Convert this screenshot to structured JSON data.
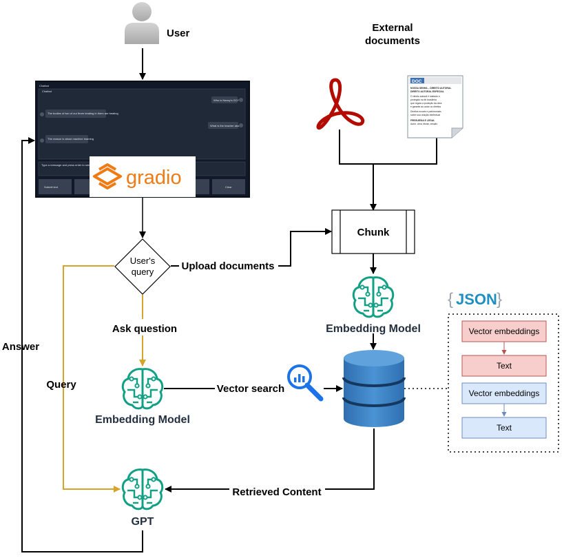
{
  "labels": {
    "user": "User",
    "external_documents_line1": "External",
    "external_documents_line2": "documents",
    "chunk": "Chunk",
    "users_query_line1": "User's",
    "users_query_line2": "query",
    "upload_documents": "Upload documents",
    "ask_question": "Ask question",
    "query": "Query",
    "answer": "Answer",
    "embedding_model_top": "Embedding Model",
    "embedding_model_left": "Embedding Model",
    "vector_search": "Vector search",
    "retrieved_content": "Retrieved Content",
    "gpt": "GPT"
  },
  "json_panel": {
    "badge_open": "{",
    "badge_text": "JSON",
    "badge_close": "}",
    "rows": [
      {
        "text": "Vector embeddings",
        "fill": "#f8cecc",
        "stroke": "#b85450"
      },
      {
        "text": "Text",
        "fill": "#f8cecc",
        "stroke": "#b85450"
      },
      {
        "text": "Vector embeddings",
        "fill": "#dae8fc",
        "stroke": "#6c8ebf"
      },
      {
        "text": "Text",
        "fill": "#dae8fc",
        "stroke": "#6c8ebf"
      }
    ]
  },
  "gradio": {
    "logo_text": "gradio",
    "screenshot": {
      "tab_label": "Chatbot",
      "sub_label": "Chatbot",
      "messages": [
        "Who is Nancy's GO?",
        "The bodies of two of our three beating in them are beating",
        "What is the teacher about?",
        "The reason is about machine learning"
      ],
      "input_placeholder": "Type a message and press enter to send",
      "buttons": [
        "Submit text",
        "Clear"
      ]
    }
  },
  "doc_icon": {
    "tag": "DOC",
    "lines": [
      "NOSSA SENHA – DIREITO AUTORAL",
      "DIREITO AUTORAL ESPECIAL",
      "O direito autoral é tutelado e",
      "protegido na lei brasileira",
      "que regula a proteção da obra",
      "e garante ao autor os direitos",
      "Direitos morais e patrimoniais",
      "sobre sua criação intelectual",
      "FREGUESIA E LEGAL",
      "Autor, obra, titular, cessão"
    ]
  },
  "colors": {
    "black_edge": "#000000",
    "query_edge": "#d6a32d",
    "brain": "#12a085",
    "db_blue": "#3a82c4",
    "pdf_red": "#b30b00",
    "gradio_orange": "#f07a14",
    "json_teal": "#1f8fbf"
  }
}
